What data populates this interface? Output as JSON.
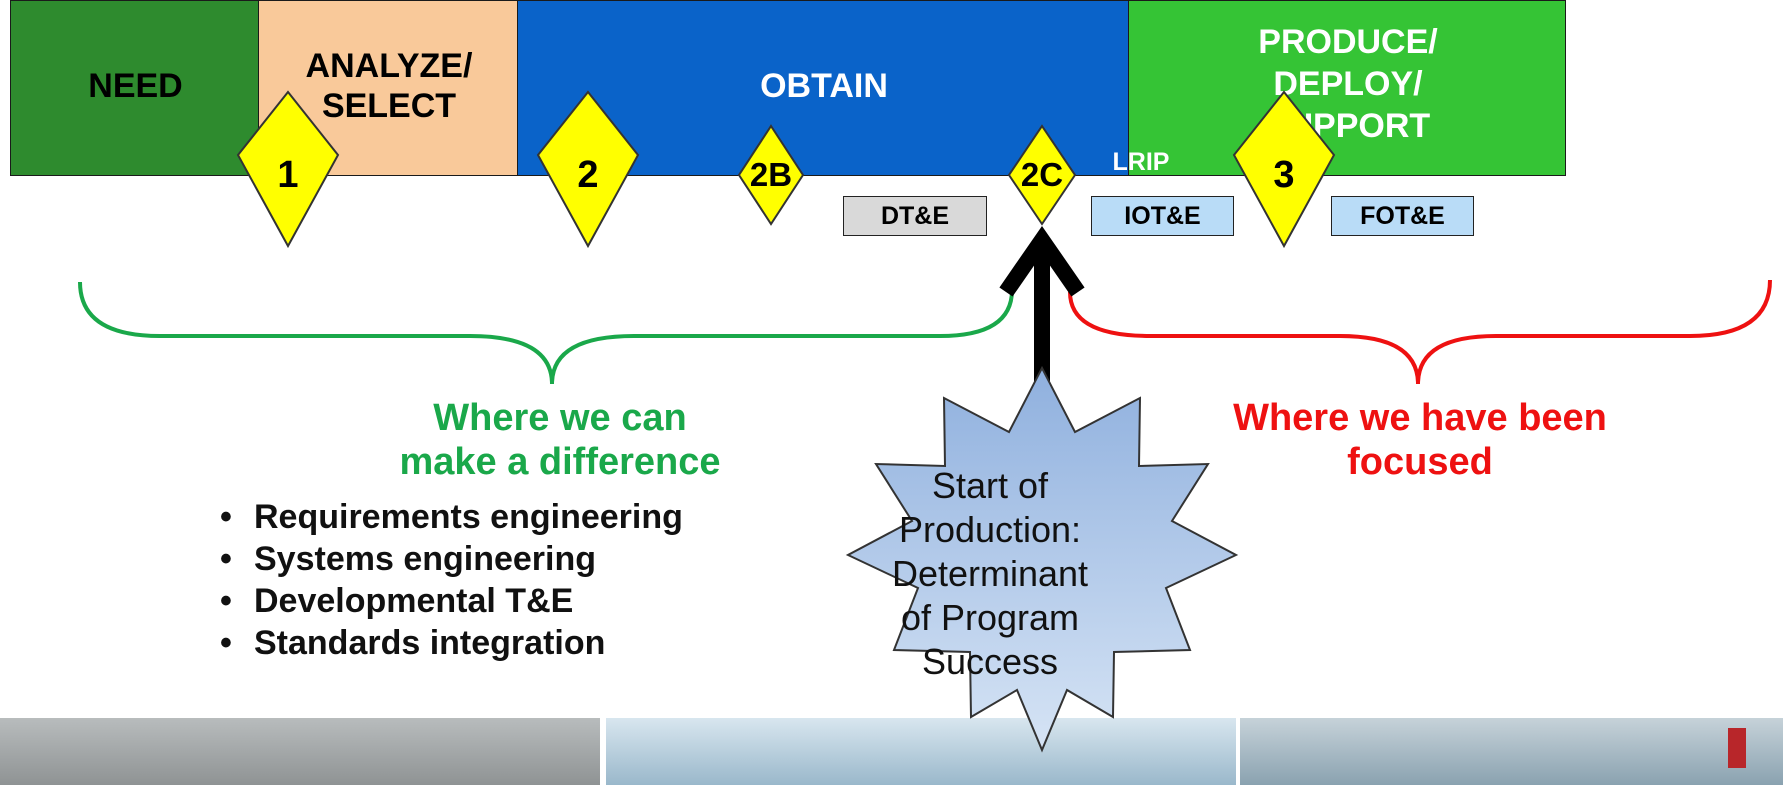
{
  "phases": {
    "need": "NEED",
    "analyze_line1": "ANALYZE/",
    "analyze_line2": "SELECT",
    "obtain": "OBTAIN",
    "produce_line1": "PRODUCE/",
    "produce_line2": "DEPLOY/",
    "produce_line3": "SUPPORT"
  },
  "milestones": {
    "m1": "1",
    "m2": "2",
    "m2b": "2B",
    "m2c": "2C",
    "m3": "3",
    "lrip": "LRIP"
  },
  "test_boxes": {
    "dte": "DT&E",
    "iote": "IOT&E",
    "fote": "FOT&E"
  },
  "left_caption": {
    "line1": "Where we can",
    "line2": "make a difference"
  },
  "right_caption": {
    "line1": "Where we have been",
    "line2": "focused"
  },
  "bullets": [
    "Requirements engineering",
    "Systems engineering",
    "Developmental T&E",
    "Standards integration"
  ],
  "starburst": {
    "line1": "Start of",
    "line2": "Production:",
    "line3": "Determinant",
    "line4": "of Program",
    "line5": "Success"
  },
  "colors": {
    "need": "#2e8b2e",
    "analyze": "#f9c99a",
    "obtain": "#0a63c9",
    "produce": "#35c435",
    "milestone": "#ffff00",
    "te_gray": "#d9d9d9",
    "te_blue": "#b9dcf7",
    "green_text": "#1aa84a",
    "red_text": "#ee1111",
    "star_fill": "#aac3e6"
  }
}
